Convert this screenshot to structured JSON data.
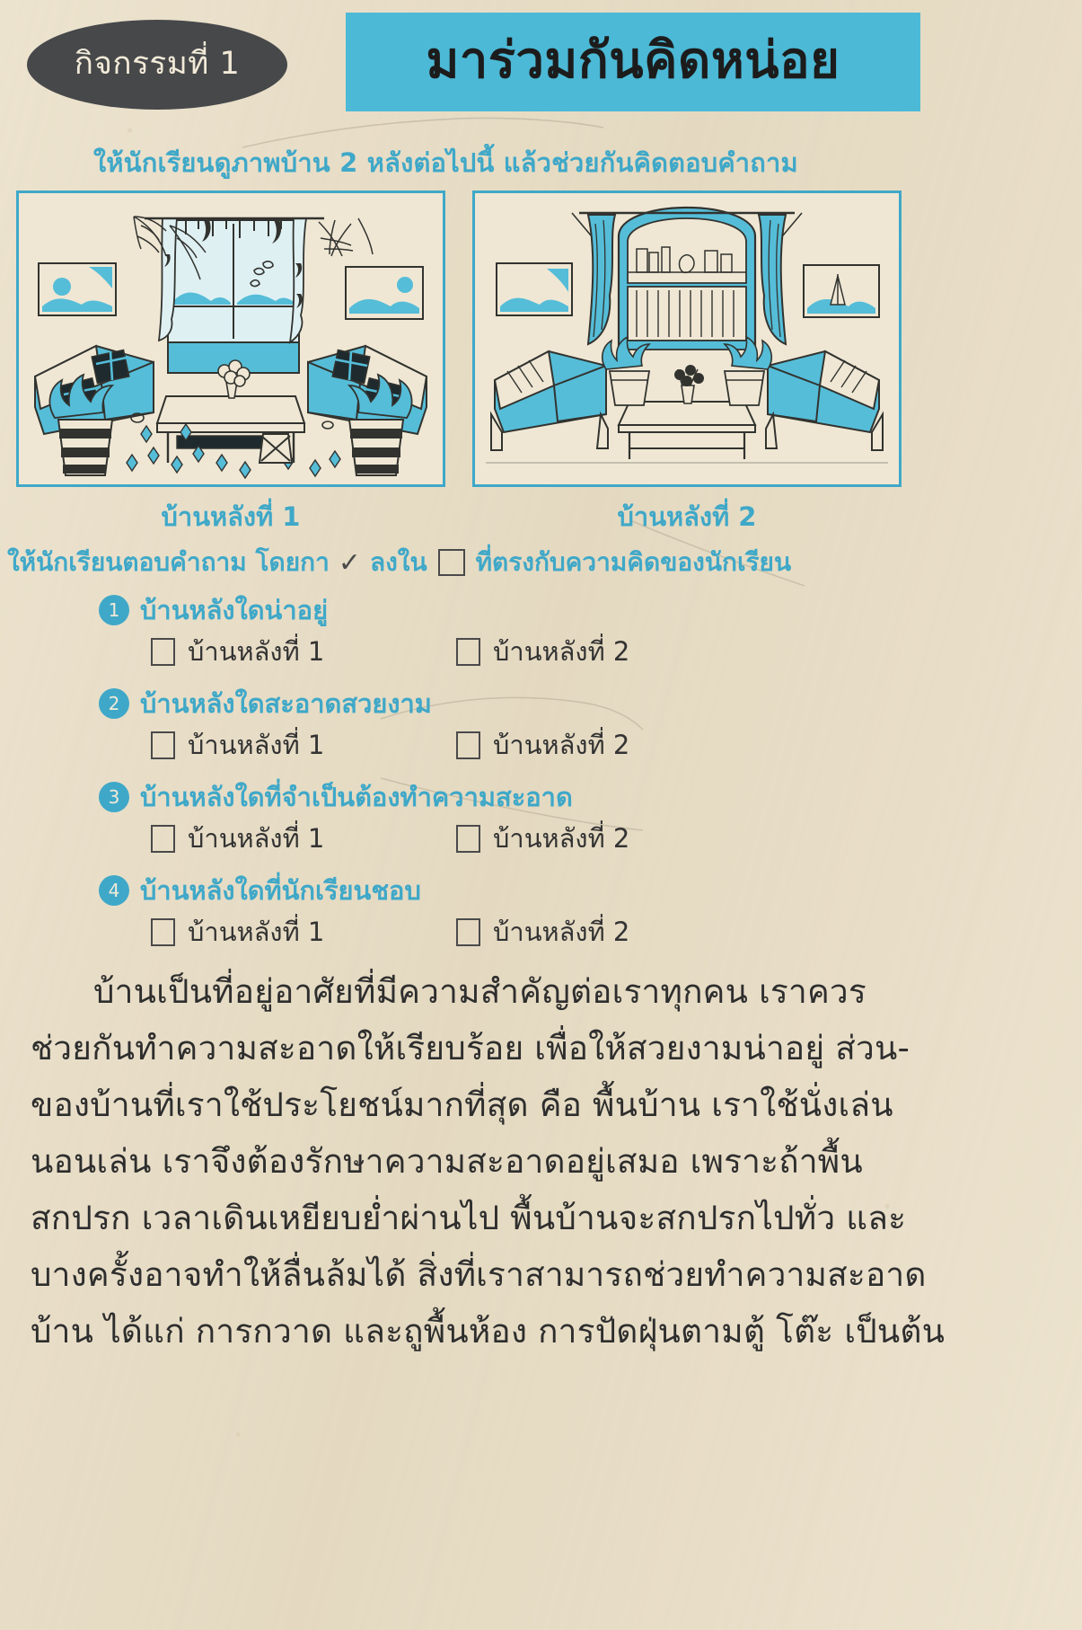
{
  "colors": {
    "accent_cyan": "#3fa8c8",
    "banner_cyan": "#4cb9d6",
    "badge_dark": "#46484a",
    "paper": "#ece3cf",
    "ink": "#2e2e2e"
  },
  "header": {
    "activity_badge": "กิจกรรมที่ 1",
    "title": "มาร่วมกันคิดหน่อย"
  },
  "subtitle": "ให้นักเรียนดูภาพบ้าน 2 หลังต่อไปนี้ แล้วช่วยกันคิดตอบคำถาม",
  "panels": [
    {
      "caption": "บ้านหลังที่ 1",
      "alt": "messy-living-room-illustration"
    },
    {
      "caption": "บ้านหลังที่ 2",
      "alt": "tidy-living-room-illustration"
    }
  ],
  "instruction": {
    "part1": "ให้นักเรียนตอบคำถาม โดยกา",
    "tick": "✓",
    "part2": "ลงใน",
    "part3": "ที่ตรงกับความคิดของนักเรียน"
  },
  "questions": [
    {
      "number": "1",
      "text": "บ้านหลังใดน่าอยู่",
      "options": [
        "บ้านหลังที่ 1",
        "บ้านหลังที่ 2"
      ]
    },
    {
      "number": "2",
      "text": "บ้านหลังใดสะอาดสวยงาม",
      "options": [
        "บ้านหลังที่ 1",
        "บ้านหลังที่ 2"
      ]
    },
    {
      "number": "3",
      "text": "บ้านหลังใดที่จำเป็นต้องทำความสะอาด",
      "options": [
        "บ้านหลังที่ 1",
        "บ้านหลังที่ 2"
      ]
    },
    {
      "number": "4",
      "text": "บ้านหลังใดที่นักเรียนชอบ",
      "options": [
        "บ้านหลังที่ 1",
        "บ้านหลังที่ 2"
      ]
    }
  ],
  "body_lines": [
    "บ้านเป็นที่อยู่อาศัยที่มีความสำคัญต่อเราทุกคน    เราควร",
    "ช่วยกันทำความสะอาดให้เรียบร้อย เพื่อให้สวยงามน่าอยู่ ส่วน-",
    "ของบ้านที่เราใช้ประโยชน์มากที่สุด คือ  พื้นบ้าน เราใช้นั่งเล่น",
    "นอนเล่น    เราจึงต้องรักษาความสะอาดอยู่เสมอ เพราะถ้าพื้น",
    "สกปรก เวลาเดินเหยียบย่ำผ่านไป พื้นบ้านจะสกปรกไปทั่ว และ",
    "บางครั้งอาจทำให้ลื่นล้มได้ สิ่งที่เราสามารถช่วยทำความสะอาด",
    "บ้าน ได้แก่ การกวาด และถูพื้นห้อง การปัดฝุ่นตามตู้ โต๊ะ เป็นต้น"
  ]
}
